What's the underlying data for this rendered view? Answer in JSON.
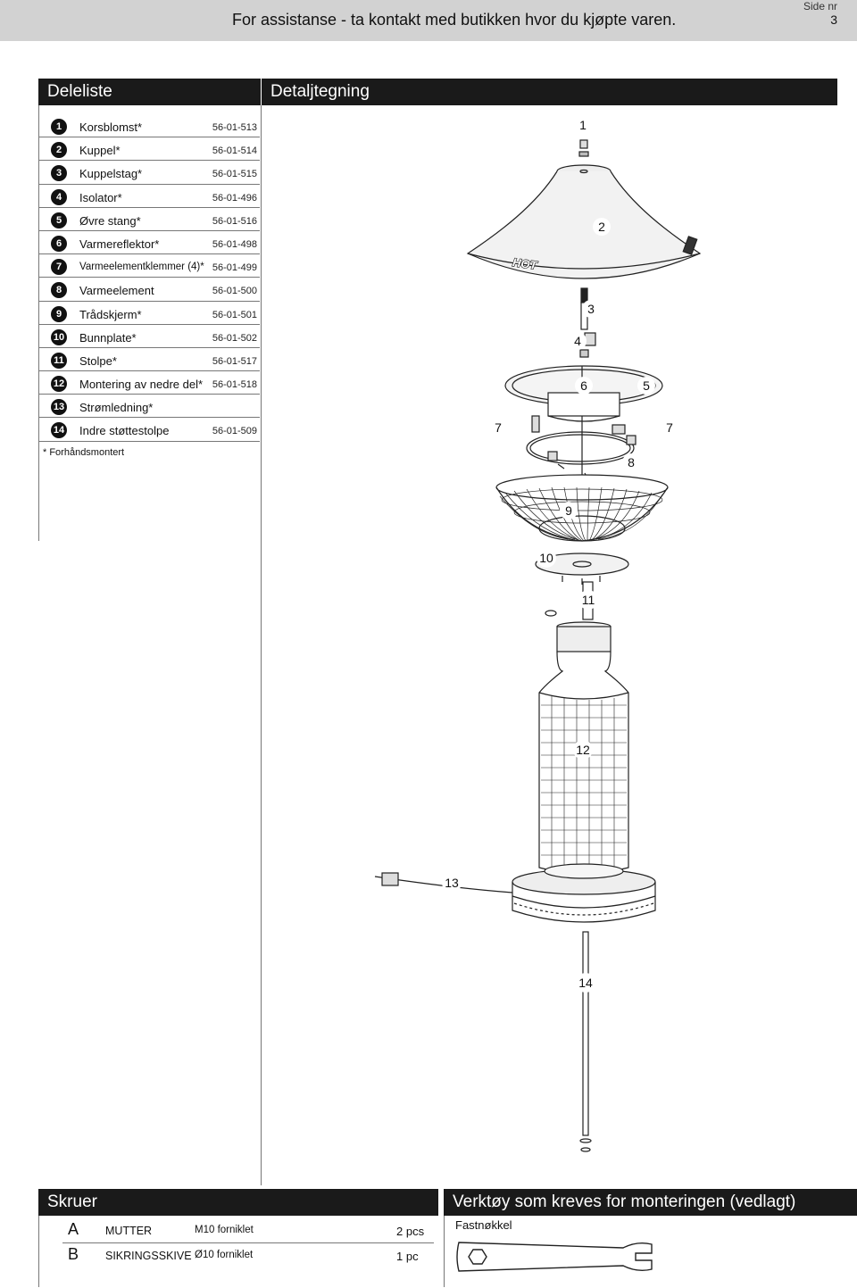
{
  "header": {
    "assistance": "For assistanse - ta kontakt med butikken hvor du kjøpte varen.",
    "page_label": "Side nr",
    "page_number": "3"
  },
  "parts_list": {
    "title": "Deleliste",
    "items": [
      {
        "num": "1",
        "name": "Korsblomst*",
        "code": "56-01-513"
      },
      {
        "num": "2",
        "name": "Kuppel*",
        "code": "56-01-514"
      },
      {
        "num": "3",
        "name": "Kuppelstag*",
        "code": "56-01-515"
      },
      {
        "num": "4",
        "name": "Isolator*",
        "code": "56-01-496"
      },
      {
        "num": "5",
        "name": "Øvre stang*",
        "code": "56-01-516"
      },
      {
        "num": "6",
        "name": "Varmereflektor*",
        "code": "56-01-498"
      },
      {
        "num": "7",
        "name": "Varmeelementklemmer (4)*",
        "code": "56-01-499"
      },
      {
        "num": "8",
        "name": "Varmeelement",
        "code": "56-01-500"
      },
      {
        "num": "9",
        "name": "Trådskjerm*",
        "code": "56-01-501"
      },
      {
        "num": "10",
        "name": "Bunnplate*",
        "code": "56-01-502"
      },
      {
        "num": "11",
        "name": "Stolpe*",
        "code": "56-01-517"
      },
      {
        "num": "12",
        "name": "Montering av nedre del*",
        "code": "56-01-518"
      },
      {
        "num": "13",
        "name": "Strømledning*",
        "code": ""
      },
      {
        "num": "14",
        "name": "Indre støttestolpe",
        "code": "56-01-509"
      }
    ],
    "footnote": "* Forhåndsmontert"
  },
  "detail_drawing": {
    "title": "Detaljtegning",
    "hot_label": "HOT",
    "callouts": [
      "1",
      "2",
      "3",
      "4",
      "6",
      "5",
      "7",
      "7",
      "8",
      "9",
      "10",
      "11",
      "12",
      "13",
      "14"
    ]
  },
  "screws": {
    "title": "Skruer",
    "items": [
      {
        "letter": "A",
        "name": "MUTTER",
        "desc": "M10 forniklet",
        "qty": "2 pcs"
      },
      {
        "letter": "B",
        "name": "SIKRINGSSKIVE",
        "desc": "Ø10 forniklet",
        "qty": "1 pc"
      }
    ]
  },
  "tools": {
    "title": "Verktøy som kreves for monteringen (vedlagt)",
    "items": [
      {
        "name": "Fastnøkkel"
      }
    ]
  }
}
